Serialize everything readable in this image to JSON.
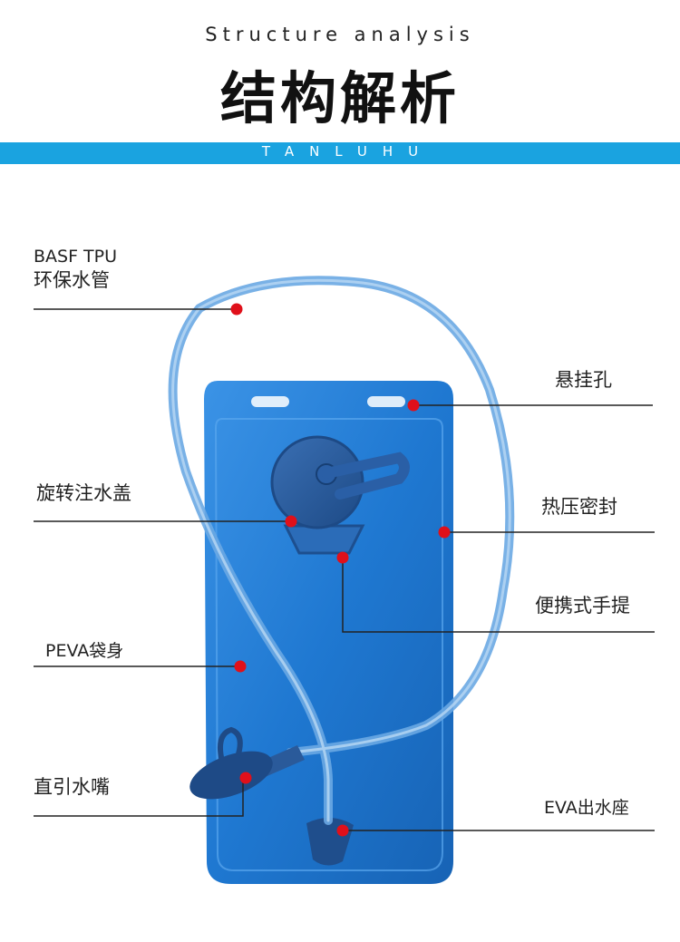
{
  "header": {
    "subtitle": "Structure analysis",
    "title": "结构解析",
    "band_text": "TANLUHU"
  },
  "labels": {
    "tube_line1": "BASF TPU",
    "tube_line2": "环保水管",
    "hanging_hole": "悬挂孔",
    "rotating_cap": "旋转注水盖",
    "heat_seal": "热压密封",
    "portable_handle": "便携式手提",
    "peva_body": "PEVA袋身",
    "bite_valve": "直引水嘴",
    "eva_outlet": "EVA出水座"
  },
  "colors": {
    "band": "#1aa3e0",
    "bag": "#1f78d1",
    "tube": "#6aa8e3",
    "cap": "#2b5d9e",
    "marker": "#e0101a"
  }
}
